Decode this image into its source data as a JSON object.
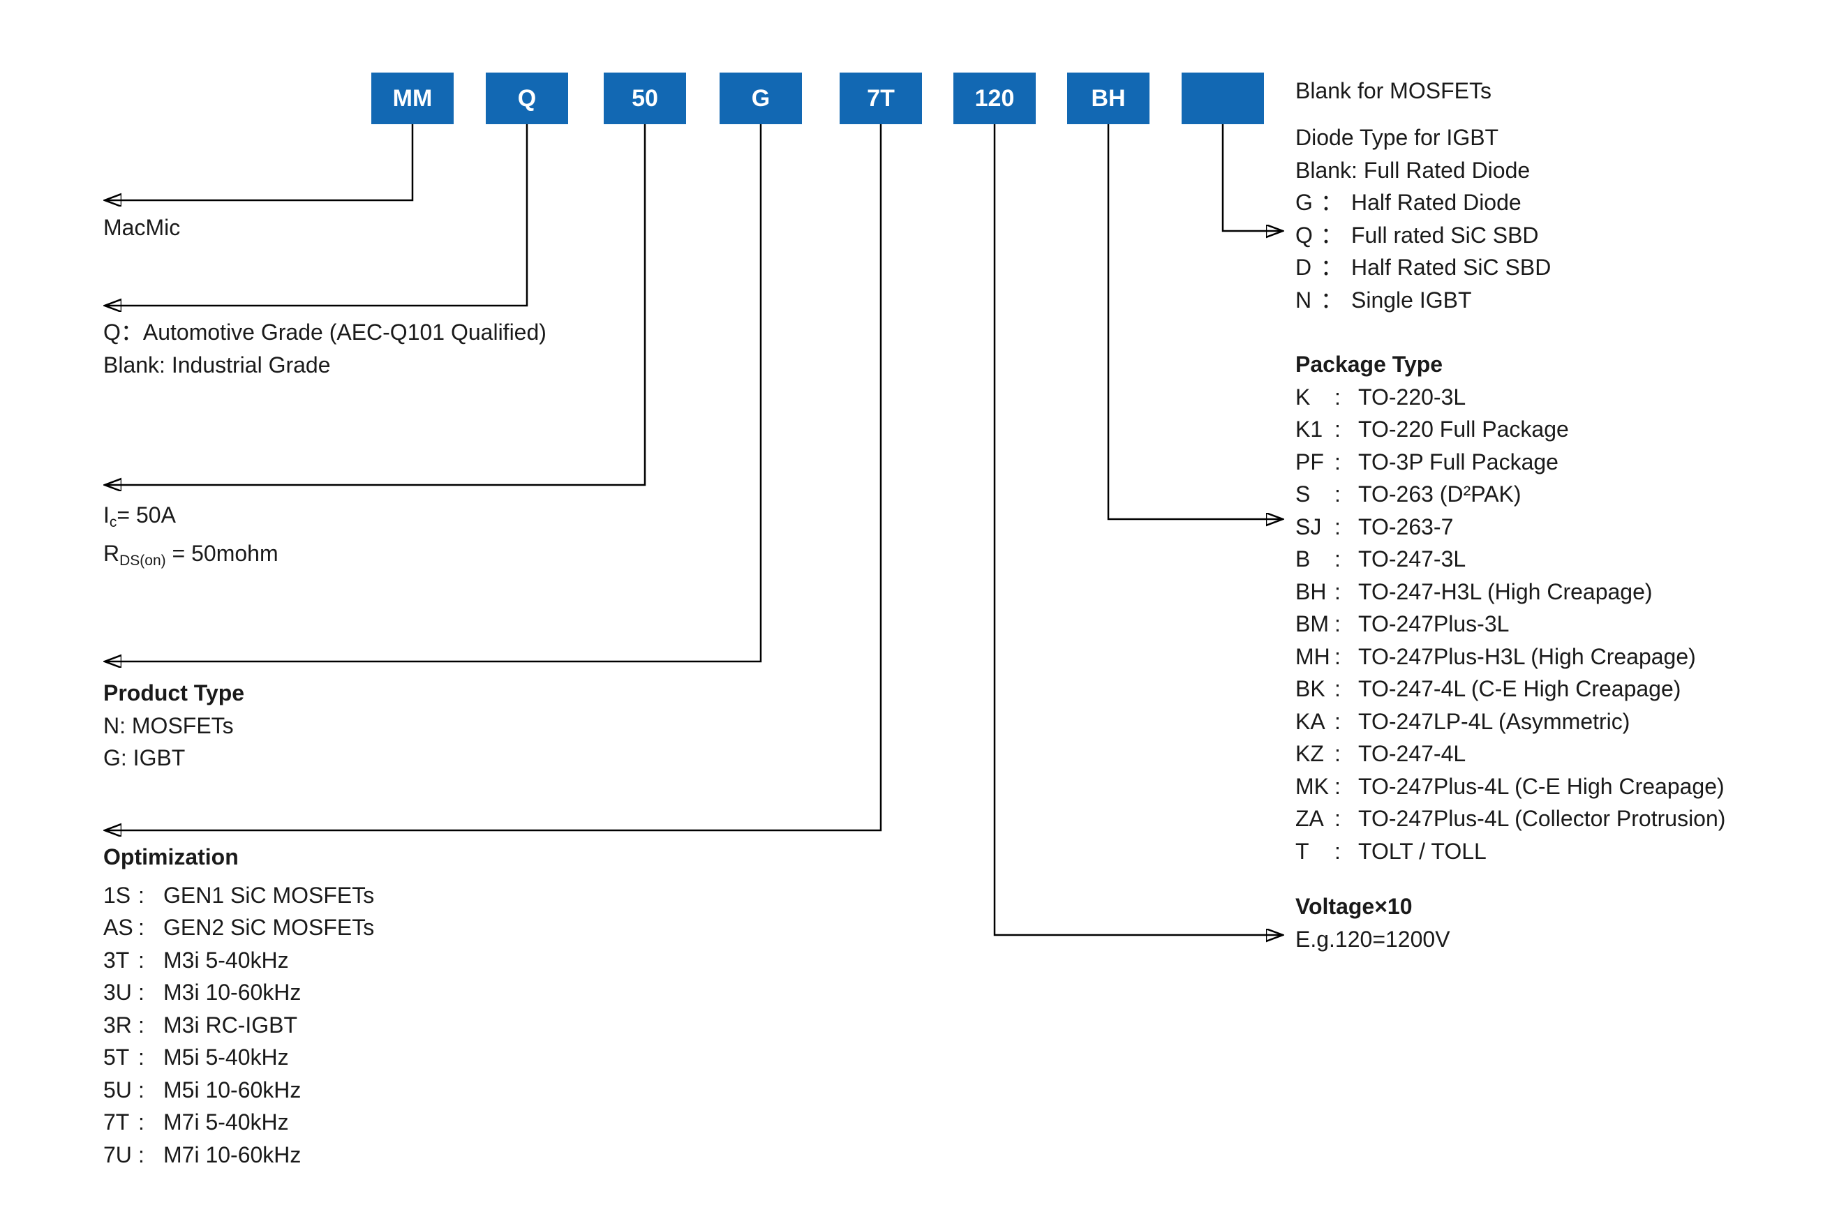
{
  "colors": {
    "box_blue": "#1268B3",
    "line": "#000000",
    "text": "#1a1a1a"
  },
  "separators": {
    "colon": ":",
    "colon_fullwidth": "："
  },
  "code_boxes": [
    "MM",
    "Q",
    "50",
    "G",
    "7T",
    "120",
    "BH",
    ""
  ],
  "callouts": {
    "manufacturer": {
      "text": "MacMic"
    },
    "grade": {
      "lines": [
        "Q：Automotive Grade (AEC-Q101 Qualified)",
        "Blank: Industrial Grade"
      ]
    },
    "ratings": {
      "current": {
        "base": "I",
        "sub": "c",
        "rest": "= 50A"
      },
      "rdson": {
        "base": "R",
        "sub": "DS(on)",
        "rest": " = 50mohm"
      }
    },
    "product_type": {
      "heading": "Product Type",
      "lines": [
        "N: MOSFETs",
        "G: IGBT"
      ]
    },
    "optimization": {
      "heading": "Optimization",
      "items": [
        {
          "code": "1S",
          "desc": "GEN1 SiC MOSFETs"
        },
        {
          "code": "AS",
          "desc": "GEN2 SiC MOSFETs"
        },
        {
          "code": "3T",
          "desc": "M3i 5-40kHz"
        },
        {
          "code": "3U",
          "desc": "M3i 10-60kHz"
        },
        {
          "code": "3R",
          "desc": "M3i RC-IGBT"
        },
        {
          "code": "5T",
          "desc": "M5i 5-40kHz"
        },
        {
          "code": "5U",
          "desc": "M5i 10-60kHz"
        },
        {
          "code": "7T",
          "desc": "M7i 5-40kHz"
        },
        {
          "code": "7U",
          "desc": "M7i 10-60kHz"
        }
      ]
    },
    "suffix": {
      "mosfet_note": "Blank for MOSFETs",
      "heading": "Diode Type for IGBT",
      "blank_note": "Blank: Full Rated Diode",
      "items": [
        {
          "code": "G",
          "desc": "Half Rated Diode"
        },
        {
          "code": "Q",
          "desc": "Full rated SiC SBD"
        },
        {
          "code": "D",
          "desc": "Half Rated SiC SBD"
        },
        {
          "code": "N",
          "desc": "Single IGBT"
        }
      ]
    },
    "package": {
      "heading": "Package Type",
      "items": [
        {
          "code": "K",
          "desc": "TO-220-3L"
        },
        {
          "code": "K1",
          "desc": "TO-220 Full Package"
        },
        {
          "code": "PF",
          "desc": "TO-3P Full Package"
        },
        {
          "code": "S",
          "desc": "TO-263 (D²PAK)"
        },
        {
          "code": "SJ",
          "desc": "TO-263-7"
        },
        {
          "code": "B",
          "desc": "TO-247-3L"
        },
        {
          "code": "BH",
          "desc": "TO-247-H3L (High Creapage)"
        },
        {
          "code": "BM",
          "desc": "TO-247Plus-3L"
        },
        {
          "code": "MH",
          "desc": "TO-247Plus-H3L (High Creapage)"
        },
        {
          "code": "BK",
          "desc": "TO-247-4L (C-E High Creapage)"
        },
        {
          "code": "KA",
          "desc": "TO-247LP-4L (Asymmetric)"
        },
        {
          "code": "KZ",
          "desc": "TO-247-4L"
        },
        {
          "code": "MK",
          "desc": "TO-247Plus-4L (C-E High Creapage)"
        },
        {
          "code": "ZA",
          "desc": "TO-247Plus-4L (Collector Protrusion)"
        },
        {
          "code": "T",
          "desc": "TOLT / TOLL"
        }
      ]
    },
    "voltage": {
      "heading": "Voltage×10",
      "example": "E.g.120=1200V"
    }
  }
}
